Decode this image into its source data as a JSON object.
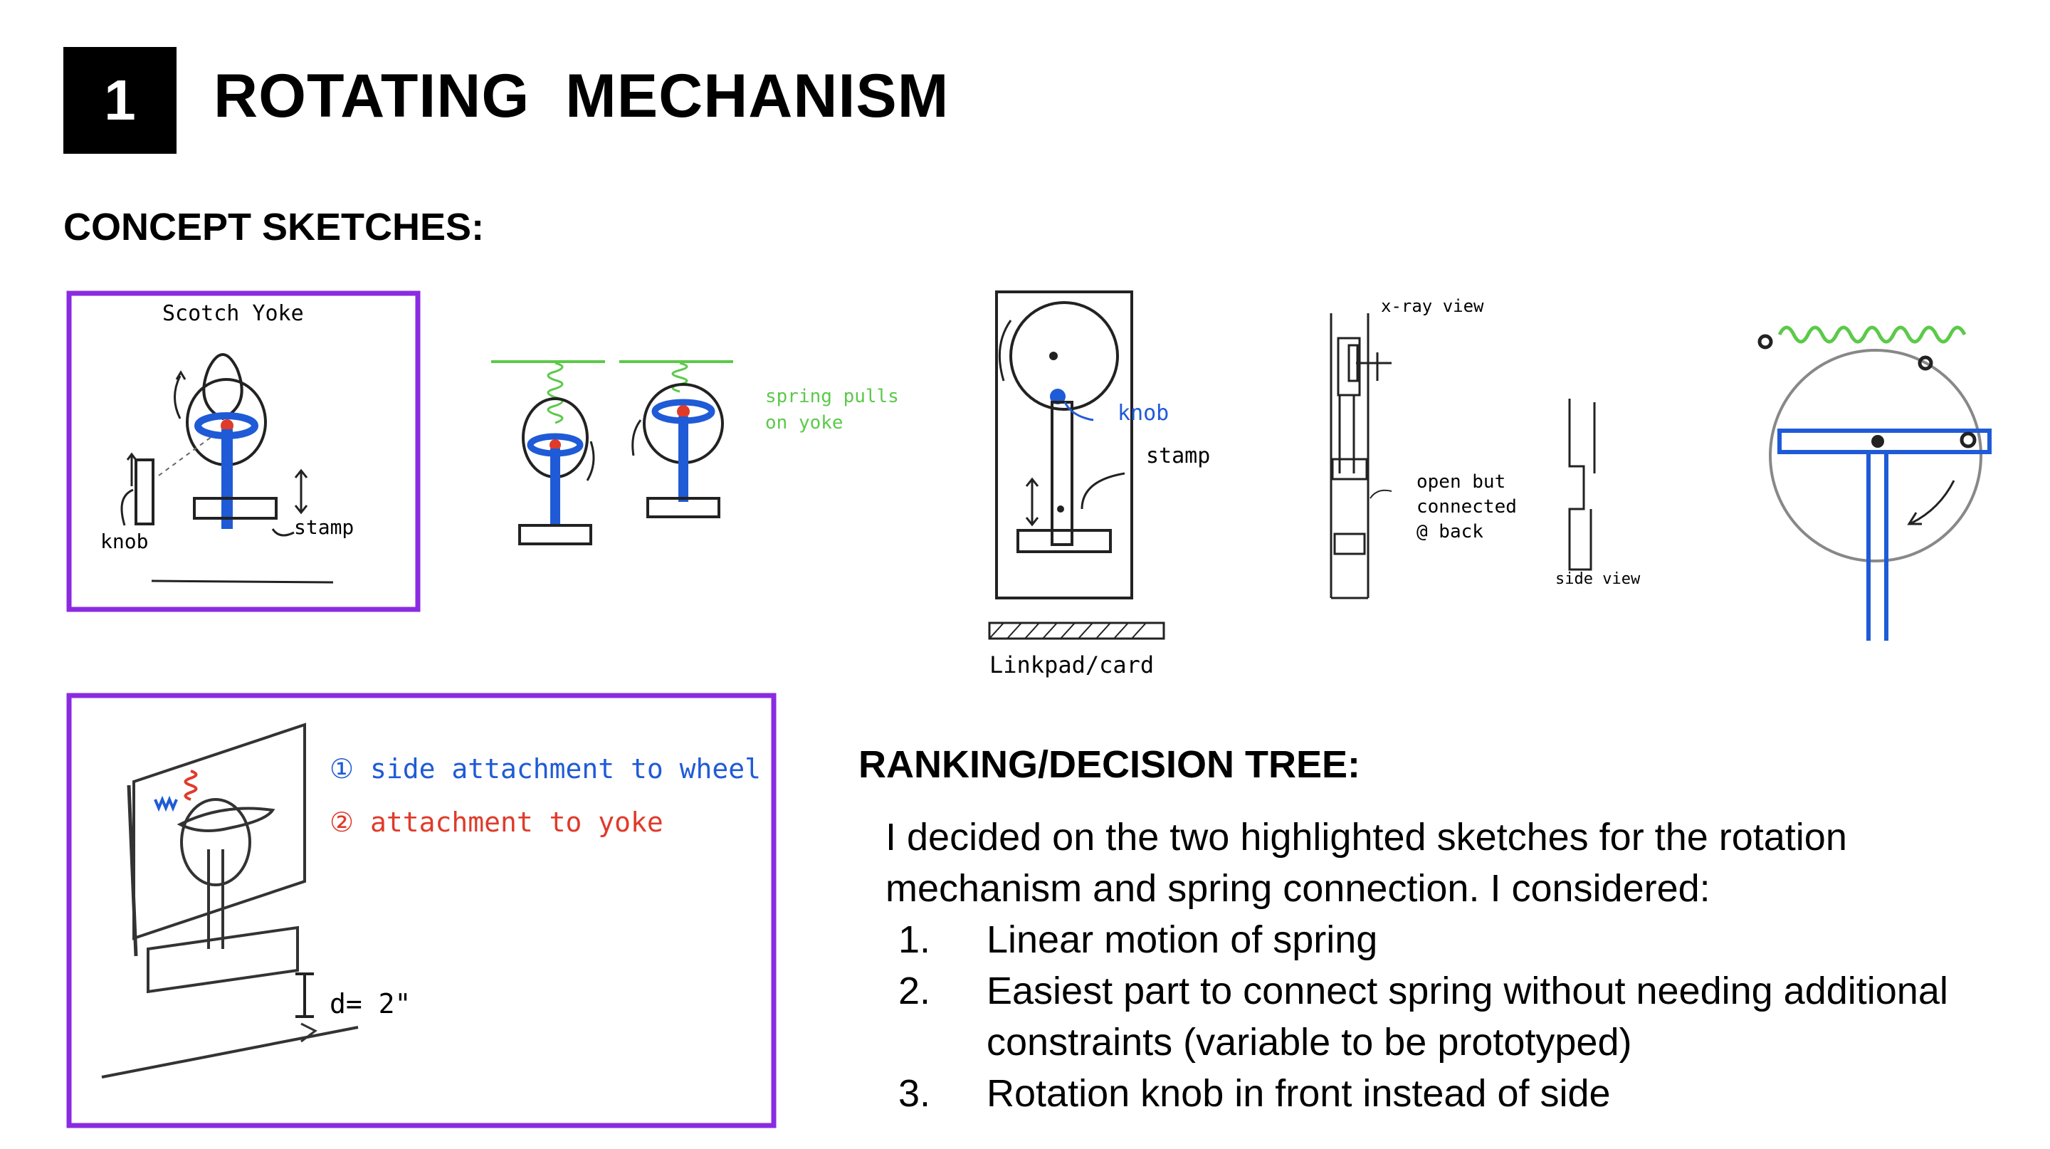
{
  "header": {
    "number": "1",
    "title": "ROTATING  MECHANISM"
  },
  "concept_heading": "CONCEPT SKETCHES:",
  "sketches": {
    "scotch_yoke": {
      "title": "Scotch Yoke",
      "knob": "knob",
      "stamp": "stamp"
    },
    "spring": {
      "note_line1": "spring pulls",
      "note_line2": "on yoke"
    },
    "wheel": {
      "knob": "knob",
      "stamp": "stamp",
      "pad": "Linkpad/card"
    },
    "xray": {
      "title": "x-ray view",
      "note_line1": "open but",
      "note_line2": "connected",
      "note_line3": "@ back",
      "side": "side view"
    },
    "attach": {
      "option1": "① side attachment to wheel",
      "option2": "② attachment to yoke",
      "dim": "d= 2\""
    }
  },
  "ranking": {
    "heading": "RANKING/DECISION TREE:",
    "paragraph": "I decided on the two highlighted sketches for the rotation mechanism and spring connection. I considered:",
    "items": [
      {
        "num": "1.",
        "text": "Linear motion of spring"
      },
      {
        "num": "2.",
        "text": "Easiest part to connect spring without needing additional constraints (variable to be prototyped)"
      },
      {
        "num": "3.",
        "text": "Rotation knob in front instead of side"
      }
    ]
  },
  "colors": {
    "highlight": "#8a2be2",
    "blue": "#1f5bd6",
    "red": "#e03a2a",
    "green": "#5cc94a"
  }
}
